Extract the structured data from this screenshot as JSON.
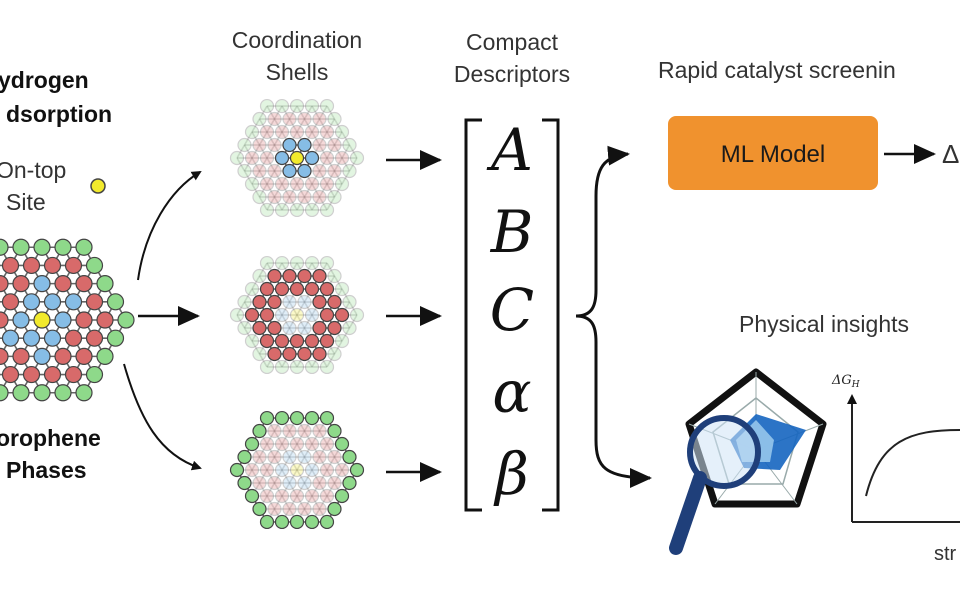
{
  "left_panel": {
    "title_line1": "ydrogen",
    "title_line2": "dsorption",
    "site_line1": "On-top",
    "site_line2": "Site",
    "phase_line1": "orophene",
    "phase_line2": "Phases"
  },
  "coordination": {
    "line1": "Coordination",
    "line2": "Shells"
  },
  "descriptors": {
    "line1": "Compact",
    "line2": "Descriptors",
    "symbols": [
      "A",
      "B",
      "C",
      "α",
      "β"
    ]
  },
  "screening": {
    "title": "Rapid catalyst screenin",
    "model_label": "ML Model",
    "output_symbol": "Δ"
  },
  "insights": {
    "title": "Physical insights",
    "y_label": "ΔG",
    "y_sub": "H",
    "x_label": "str"
  },
  "colors": {
    "green": "#8ed98a",
    "red": "#d86a6a",
    "blue": "#86bde6",
    "yellow": "#f2ea2c",
    "orange": "#f0922e",
    "dark": "#111111",
    "navy": "#1f3f7a"
  }
}
